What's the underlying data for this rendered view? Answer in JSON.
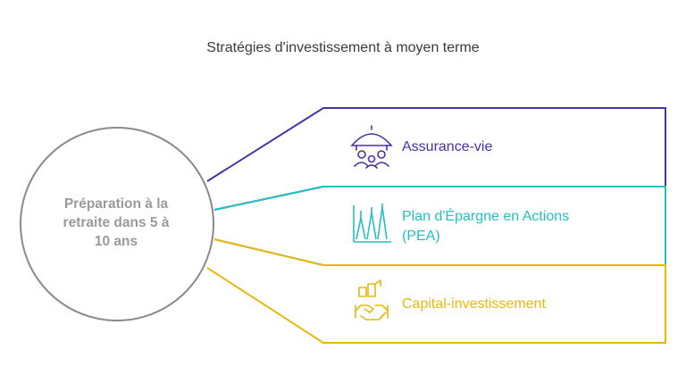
{
  "title": "Stratégies d'investissement à moyen terme",
  "center": {
    "lines": [
      "Préparation à la",
      "retraite dans 5 à",
      "10 ans"
    ]
  },
  "branches": [
    {
      "lines": [
        "Assurance-vie"
      ],
      "icon": "umbrella-family-icon",
      "color": "#4b2fa8"
    },
    {
      "lines": [
        "Plan d'Épargne en Actions",
        "(PEA)"
      ],
      "icon": "stock-chart-icon",
      "color": "#22c1c3"
    },
    {
      "lines": [
        "Capital-investissement"
      ],
      "icon": "handshake-growth-icon",
      "color": "#e8b80f"
    }
  ],
  "colors": {
    "circle": "#8a8a8a",
    "center_text": "#9a9a9a"
  }
}
